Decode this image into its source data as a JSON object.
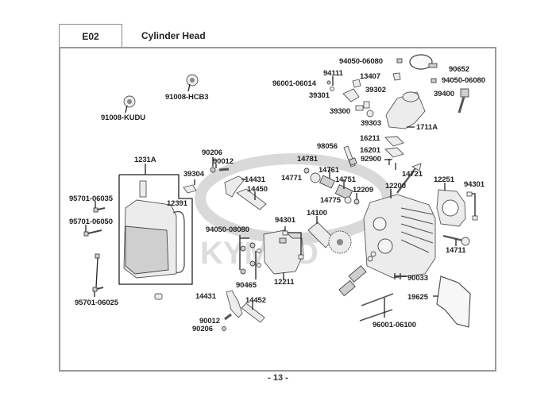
{
  "header": {
    "code": "E02",
    "title": "Cylinder Head"
  },
  "footer": {
    "page": "- 13 -"
  },
  "watermark": "KYMCO",
  "parts": [
    {
      "id": "p1",
      "number": "94050-06080"
    },
    {
      "id": "p2",
      "number": "90652"
    },
    {
      "id": "p3",
      "number": "94111"
    },
    {
      "id": "p4",
      "number": "13407"
    },
    {
      "id": "p5",
      "number": "94050-06080"
    },
    {
      "id": "p6",
      "number": "96001-06014"
    },
    {
      "id": "p7",
      "number": "39302"
    },
    {
      "id": "p8",
      "number": "39301"
    },
    {
      "id": "p9",
      "number": "39400"
    },
    {
      "id": "p10",
      "number": "39300"
    },
    {
      "id": "p11",
      "number": "39303"
    },
    {
      "id": "p12",
      "number": "1711A"
    },
    {
      "id": "p13",
      "number": "91008-HCB3"
    },
    {
      "id": "p14",
      "number": "91008-KUDU"
    },
    {
      "id": "p15",
      "number": "16211"
    },
    {
      "id": "p16",
      "number": "98056"
    },
    {
      "id": "p17",
      "number": "16201"
    },
    {
      "id": "p18",
      "number": "92900"
    },
    {
      "id": "p19",
      "number": "90206"
    },
    {
      "id": "p20",
      "number": "90012"
    },
    {
      "id": "p21",
      "number": "1231A"
    },
    {
      "id": "p22",
      "number": "14781"
    },
    {
      "id": "p23",
      "number": "39304"
    },
    {
      "id": "p24",
      "number": "14761"
    },
    {
      "id": "p25",
      "number": "14431"
    },
    {
      "id": "p26",
      "number": "14771"
    },
    {
      "id": "p27",
      "number": "14751"
    },
    {
      "id": "p28",
      "number": "14721"
    },
    {
      "id": "p29",
      "number": "12251"
    },
    {
      "id": "p30",
      "number": "94301"
    },
    {
      "id": "p31",
      "number": "14450"
    },
    {
      "id": "p32",
      "number": "12209"
    },
    {
      "id": "p33",
      "number": "12200"
    },
    {
      "id": "p34",
      "number": "95701-06035"
    },
    {
      "id": "p35",
      "number": "12391"
    },
    {
      "id": "p36",
      "number": "14775"
    },
    {
      "id": "p37",
      "number": "14100"
    },
    {
      "id": "p38",
      "number": "95701-06050"
    },
    {
      "id": "p39",
      "number": "94301"
    },
    {
      "id": "p40",
      "number": "94050-08080"
    },
    {
      "id": "p41",
      "number": "14711"
    },
    {
      "id": "p42",
      "number": "90465"
    },
    {
      "id": "p43",
      "number": "12211"
    },
    {
      "id": "p44",
      "number": "90033"
    },
    {
      "id": "p45",
      "number": "95701-06025"
    },
    {
      "id": "p46",
      "number": "14431"
    },
    {
      "id": "p47",
      "number": "14452"
    },
    {
      "id": "p48",
      "number": "19625"
    },
    {
      "id": "p49",
      "number": "90012"
    },
    {
      "id": "p50",
      "number": "90206"
    },
    {
      "id": "p51",
      "number": "96001-06100"
    }
  ]
}
